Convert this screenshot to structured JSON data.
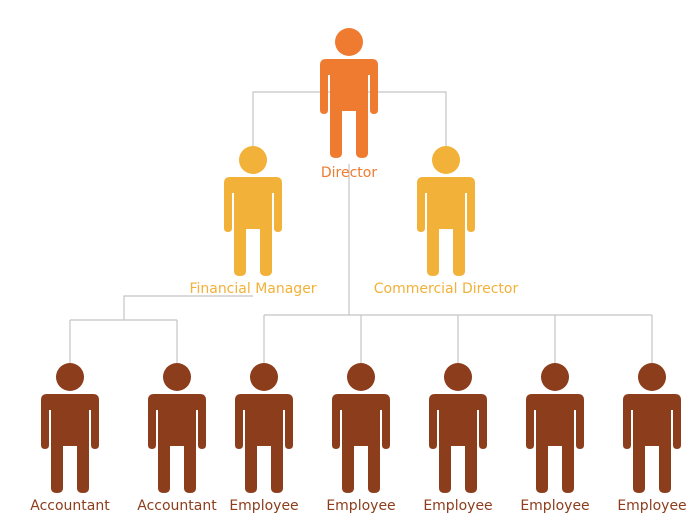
{
  "colors": {
    "director": "#ef7b31",
    "manager": "#f2b138",
    "staff": "#8c3d1c",
    "connector": "#c4c4c4",
    "background": "#ffffff"
  },
  "icon": "person-icon",
  "nodes": [
    {
      "id": "director",
      "label": "Director",
      "level": "director",
      "parent": null
    },
    {
      "id": "financial-manager",
      "label": "Financial Manager",
      "level": "manager",
      "parent": "director"
    },
    {
      "id": "commercial-director",
      "label": "Commercial Director",
      "level": "manager",
      "parent": "director"
    },
    {
      "id": "accountant-1",
      "label": "Accountant",
      "level": "staff",
      "parent": "financial-manager"
    },
    {
      "id": "accountant-2",
      "label": "Accountant",
      "level": "staff",
      "parent": "financial-manager"
    },
    {
      "id": "employee-1",
      "label": "Employee",
      "level": "staff",
      "parent": "director"
    },
    {
      "id": "employee-2",
      "label": "Employee",
      "level": "staff",
      "parent": "director"
    },
    {
      "id": "employee-3",
      "label": "Employee",
      "level": "staff",
      "parent": "director"
    },
    {
      "id": "employee-4",
      "label": "Employee",
      "level": "staff",
      "parent": "director"
    },
    {
      "id": "employee-5",
      "label": "Employee",
      "level": "staff",
      "parent": "director"
    }
  ]
}
